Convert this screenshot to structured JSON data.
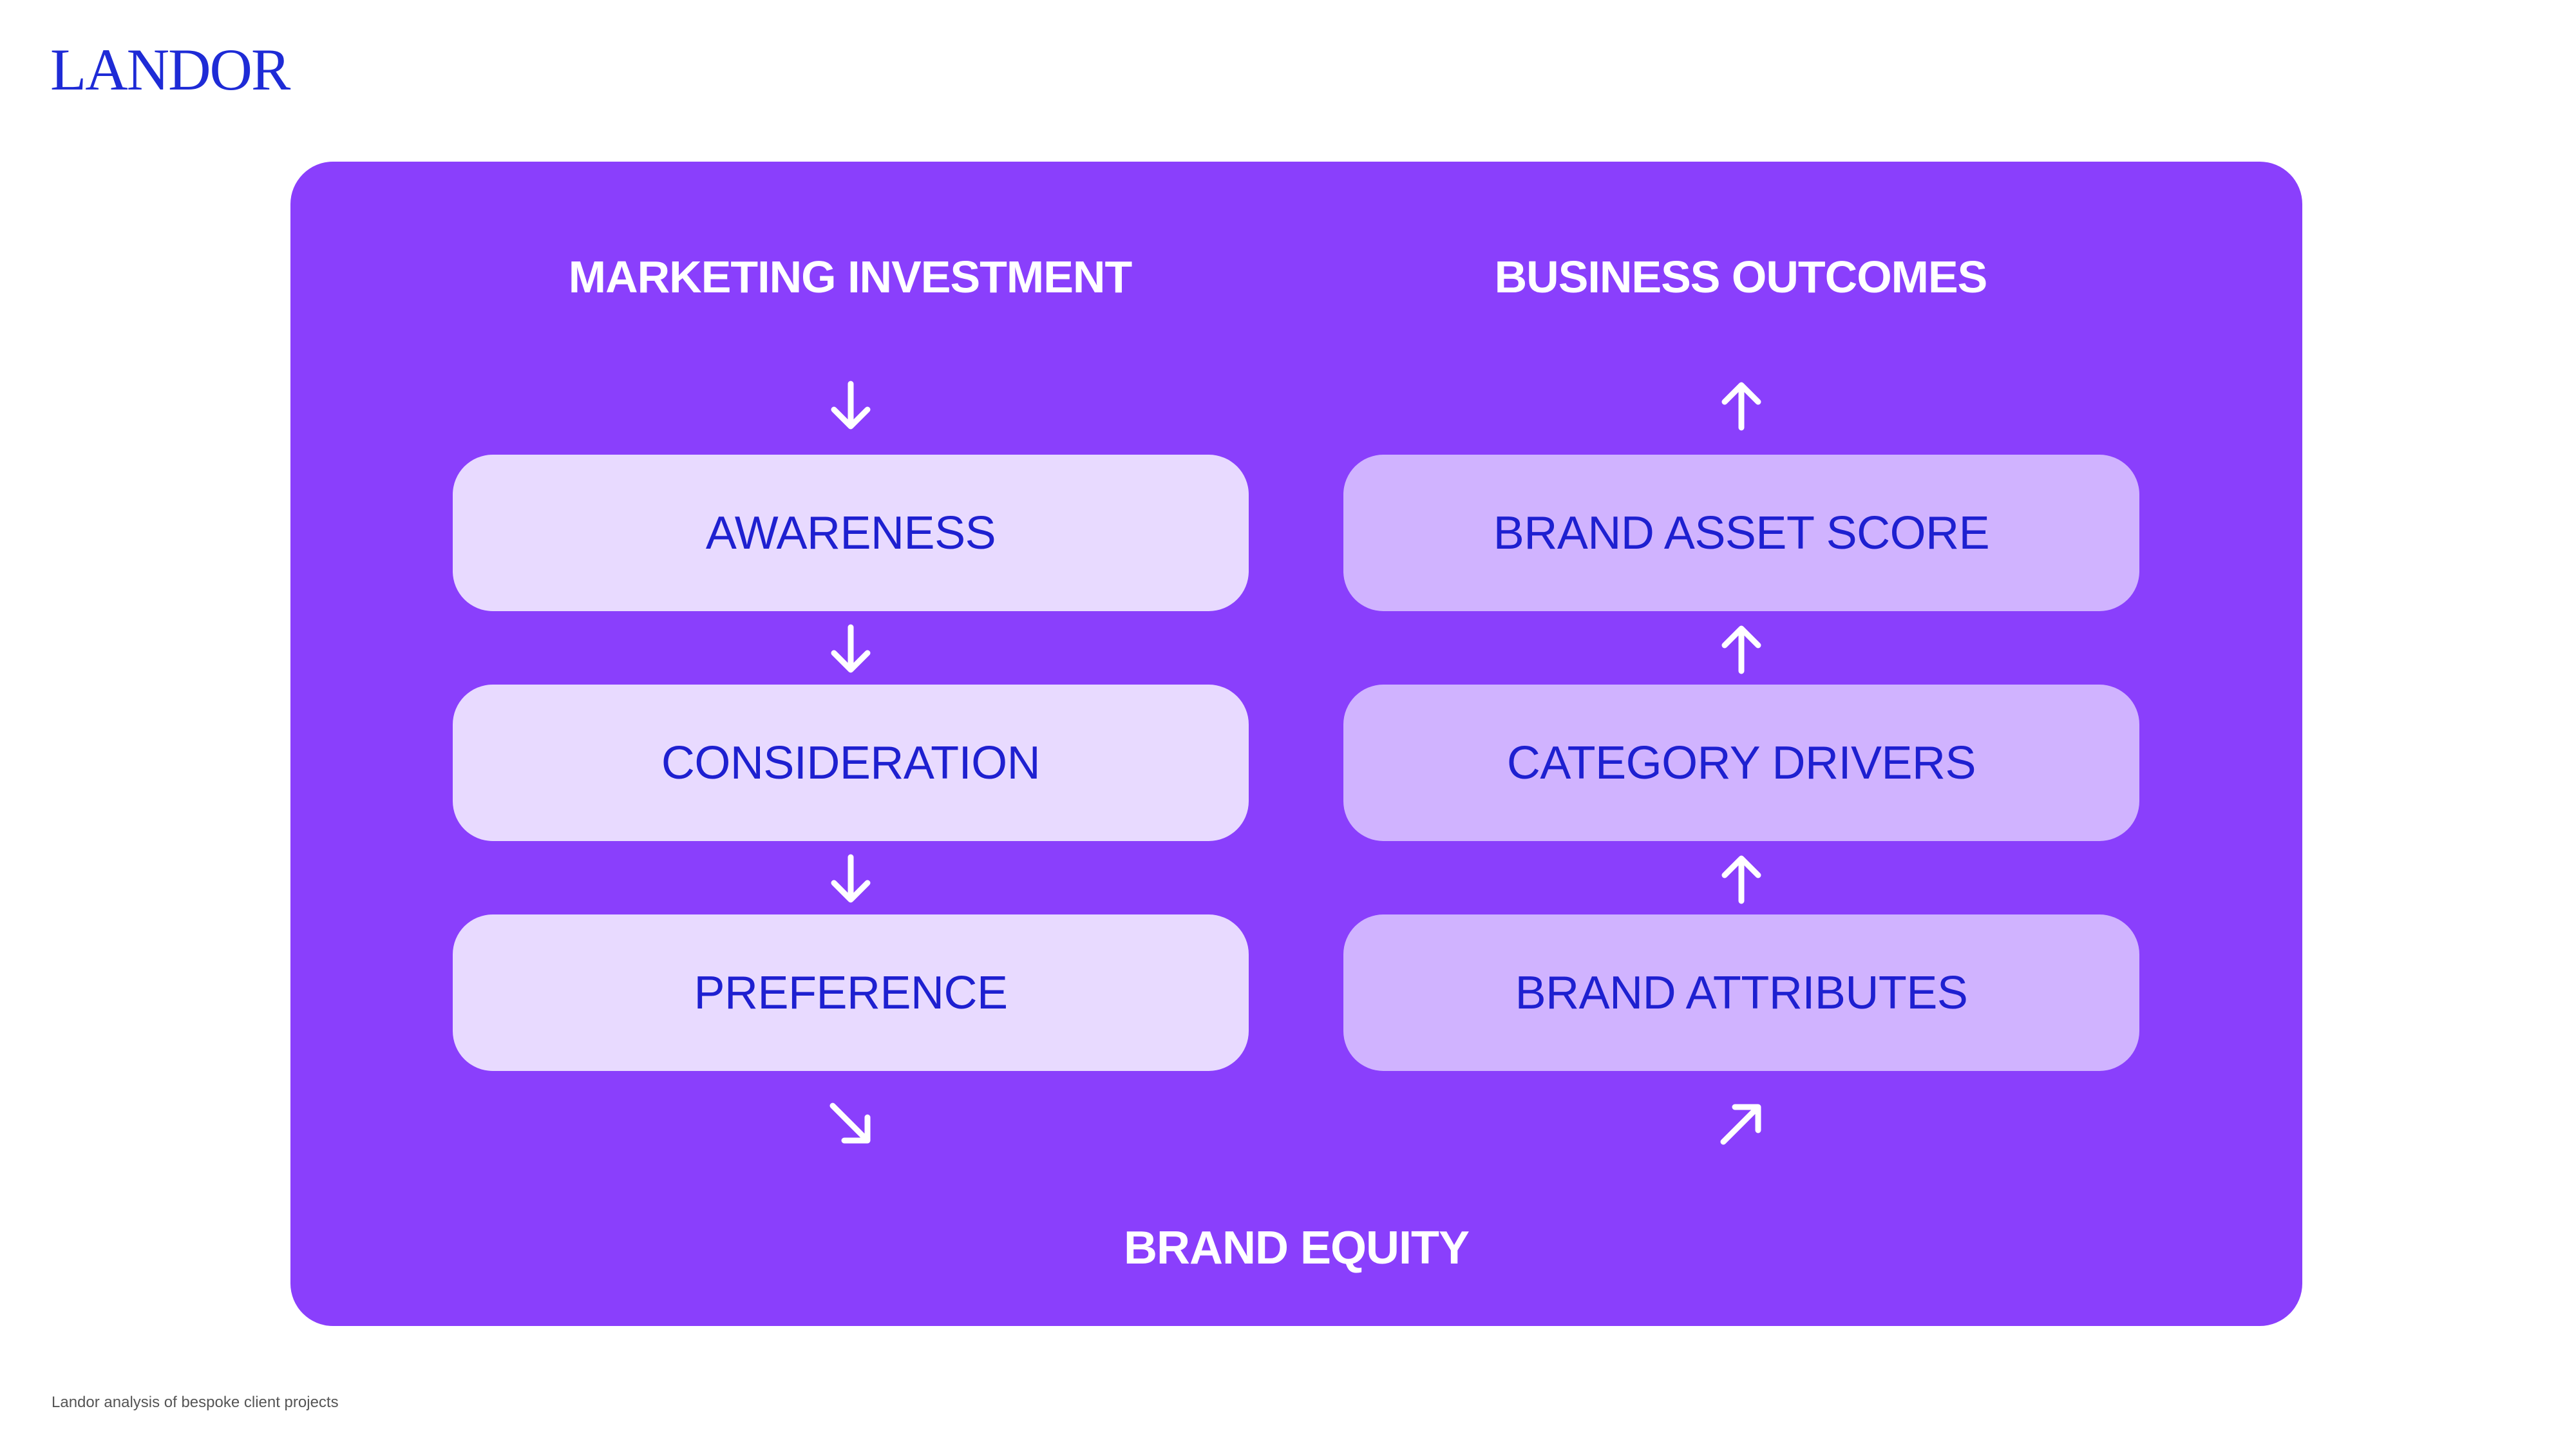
{
  "logo": "LANDOR",
  "diagram": {
    "left_column": {
      "heading": "MARKETING INVESTMENT",
      "stages": [
        "AWARENESS",
        "CONSIDERATION",
        "PREFERENCE"
      ]
    },
    "right_column": {
      "heading": "BUSINESS OUTCOMES",
      "stages": [
        "BRAND ASSET SCORE",
        "CATEGORY DRIVERS",
        "BRAND ATTRIBUTES"
      ]
    },
    "bottom_label": "BRAND EQUITY"
  },
  "source": "Landor analysis of bespoke client projects",
  "colors": {
    "panel": "#8a3ffc",
    "left_box": "#e8daff",
    "right_box": "#d0b3ff",
    "box_text": "#1e20d0",
    "logo": "#1e2bd6"
  }
}
